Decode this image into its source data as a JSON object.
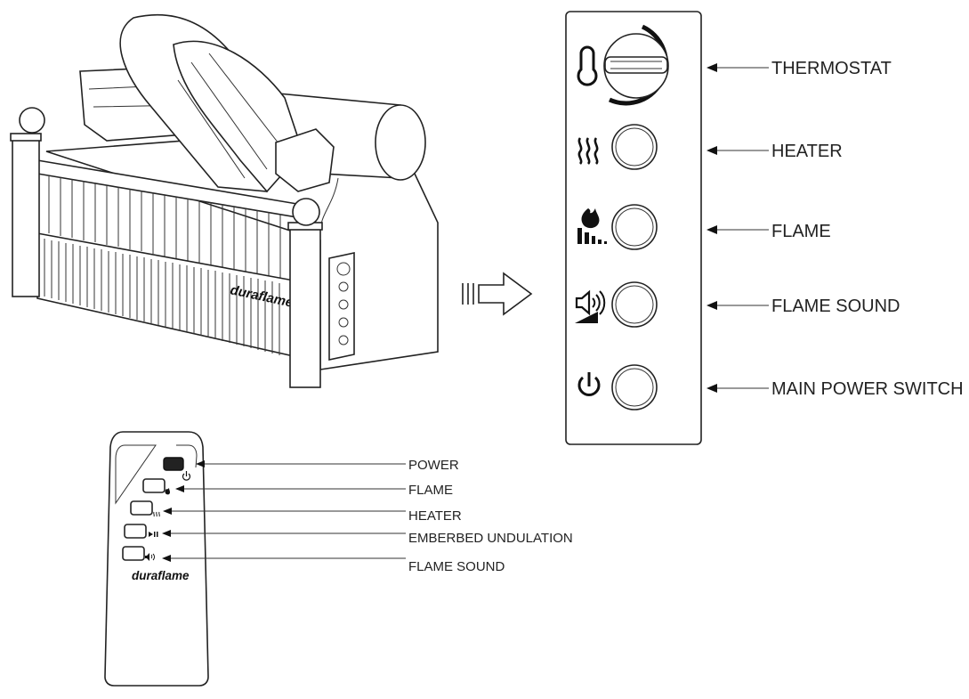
{
  "brand": "duraflame",
  "control_panel": {
    "labels": {
      "thermostat": "THERMOSTAT",
      "heater": "HEATER",
      "flame": "FLAME",
      "flame_sound": "FLAME SOUND",
      "main_power_switch": "MAIN POWER SWITCH"
    }
  },
  "remote": {
    "labels": {
      "power": "POWER",
      "flame": "FLAME",
      "heater": "HEATER",
      "emberbed": "EMBERBED UNDULATION",
      "flame_sound": "FLAME SOUND"
    }
  },
  "icons": [
    "thermometer-icon",
    "heat-waves-icon",
    "flame-level-icon",
    "speaker-volume-icon",
    "power-icon",
    "play-pause-icon"
  ]
}
